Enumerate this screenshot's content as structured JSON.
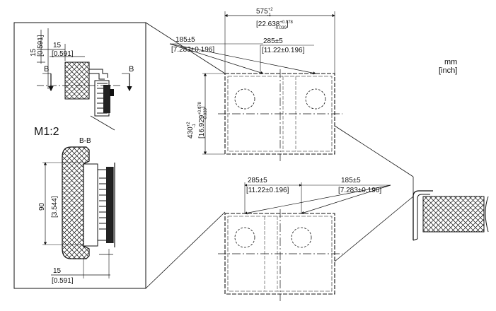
{
  "units": {
    "line1": "mm",
    "line2": "[inch]"
  },
  "scale_label": "M1:2",
  "section_label": "B-B",
  "cut_label": "B",
  "top_dims": {
    "overall_width": "575",
    "overall_tol_sup": "+2",
    "overall_tol_sub": "-1",
    "overall_inch": "[22.638",
    "overall_inch_tol_sup": "+0.078",
    "overall_inch_tol_sub": "-0.039",
    "overall_inch_close": "]",
    "left_offset": "185±5",
    "left_offset_inch": "[7.283±0.196]",
    "center_spacing": "285±5",
    "center_spacing_inch": "[11.22±0.196]",
    "height": "430",
    "height_tol_sup": "+2",
    "height_tol_sub": "-1",
    "height_inch": "[16.929",
    "height_inch_tol_sup": "+0.078",
    "height_inch_tol_sub": "-0.039",
    "height_inch_close": "]"
  },
  "bottom_dims": {
    "center_spacing": "285±5",
    "center_spacing_inch": "[11.22±0.196]",
    "right_offset": "185±5",
    "right_offset_inch": "[7.283±0.196]"
  },
  "detail_dims": {
    "top_15": "15",
    "top_15_inch": "[0.591]",
    "side_15": "15",
    "side_15_inch": "[0.591]",
    "height_90": "90",
    "height_90_inch": "[3.544]",
    "bottom_15": "15",
    "bottom_15_inch": "[0.591]"
  },
  "colors": {
    "line": "#111111",
    "background": "#ffffff"
  }
}
